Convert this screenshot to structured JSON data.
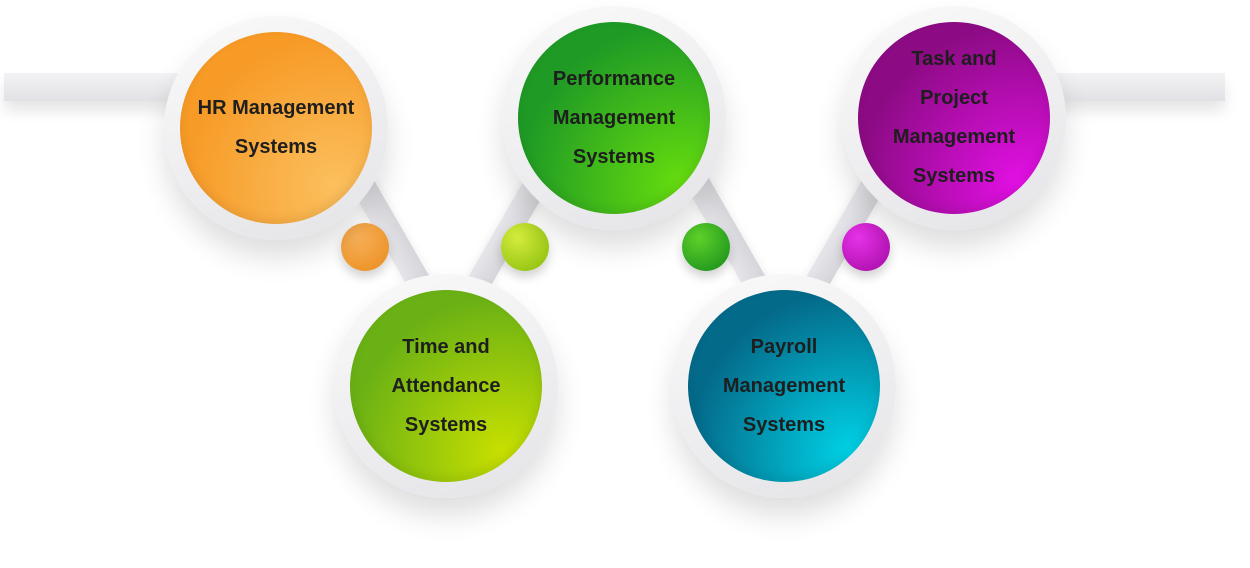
{
  "diagram": {
    "nodes": [
      {
        "id": "hr",
        "label": "HR Management\nSystems",
        "color": "#f79a26"
      },
      {
        "id": "time",
        "label": "Time and\nAttendance\nSystems",
        "color": "#6ab115"
      },
      {
        "id": "perf",
        "label": "Performance\nManagement\nSystems",
        "color": "#1f9a25"
      },
      {
        "id": "payroll",
        "label": "Payroll\nManagement\nSystems",
        "color": "#046a8a"
      },
      {
        "id": "task",
        "label": "Task and\nProject\nManagement\nSystems",
        "color": "#8c0b84"
      }
    ],
    "connector_dots": [
      {
        "id": "orange",
        "color": "#ea8a1c"
      },
      {
        "id": "lime",
        "color": "#87bb0a"
      },
      {
        "id": "green",
        "color": "#138a1b"
      },
      {
        "id": "magenta",
        "color": "#a30aa2"
      }
    ]
  }
}
